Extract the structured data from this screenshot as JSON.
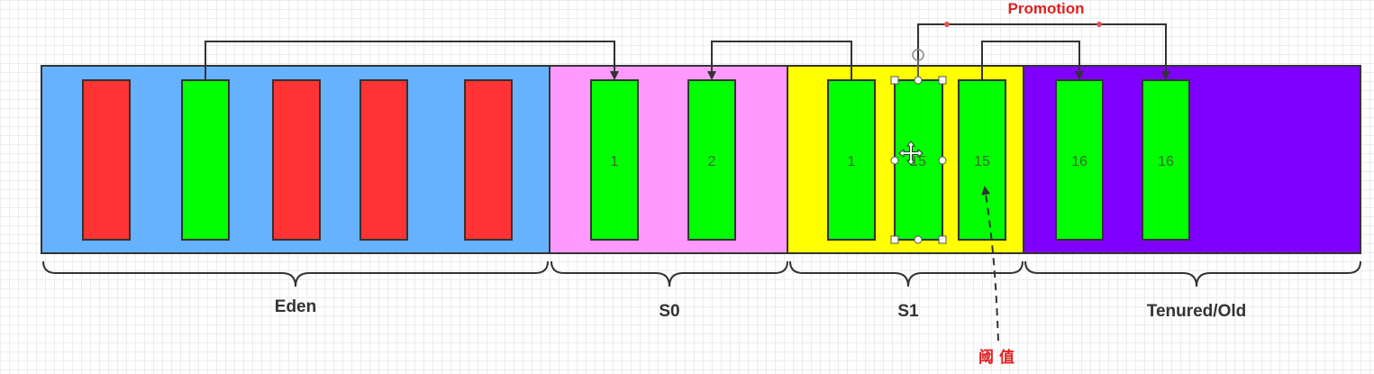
{
  "regions": {
    "eden": {
      "label": "Eden",
      "color": "#66b2ff"
    },
    "s0": {
      "label": "S0",
      "color": "#ff99ff"
    },
    "s1": {
      "label": "S1",
      "color": "#ffff00"
    },
    "tenured": {
      "label": "Tenured/Old",
      "color": "#7f00ff"
    }
  },
  "objects": {
    "eden_1": {
      "label": "",
      "color": "#ff3333"
    },
    "eden_2": {
      "label": "",
      "color": "#00ff00"
    },
    "eden_3": {
      "label": "",
      "color": "#ff3333"
    },
    "eden_4": {
      "label": "",
      "color": "#ff3333"
    },
    "eden_5": {
      "label": "",
      "color": "#ff3333"
    },
    "s0_1": {
      "label": "1",
      "color": "#00ff00"
    },
    "s0_2": {
      "label": "2",
      "color": "#00ff00"
    },
    "s1_1": {
      "label": "1",
      "color": "#00ff00"
    },
    "s1_2": {
      "label": "15",
      "color": "#00ff00"
    },
    "s1_3": {
      "label": "15",
      "color": "#00ff00"
    },
    "old_1": {
      "label": "16",
      "color": "#00ff00"
    },
    "old_2": {
      "label": "16",
      "color": "#00ff00"
    }
  },
  "annotations": {
    "promotion": "Promotion",
    "threshold": "阈 值"
  }
}
